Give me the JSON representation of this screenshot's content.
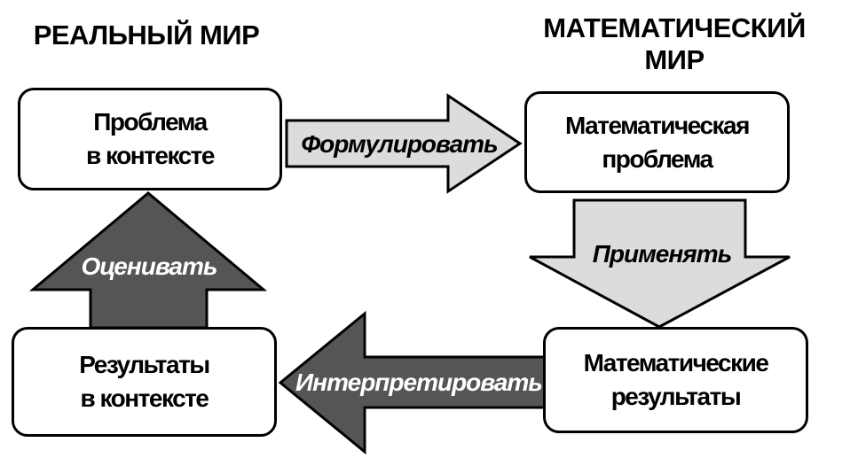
{
  "headings": {
    "real_world": "РЕАЛЬНЫЙ МИР",
    "math_world_line1": "МАТЕМАТИЧЕСКИЙ",
    "math_world_line2": "МИР"
  },
  "boxes": {
    "problem_in_context": {
      "line1": "Проблема",
      "line2": "в контексте"
    },
    "math_problem": {
      "line1": "Математическая",
      "line2": "проблема"
    },
    "math_results": {
      "line1": "Математические",
      "line2": "результаты"
    },
    "results_in_context": {
      "line1": "Результаты",
      "line2": "в контексте"
    }
  },
  "arrows": {
    "formulate": "Формулировать",
    "apply": "Применять",
    "interpret": "Интерпретировать",
    "evaluate": "Оценивать"
  },
  "colors": {
    "light_arrow_fill": "#dcdcdc",
    "dark_arrow_fill": "#555555",
    "outline": "#000000"
  }
}
